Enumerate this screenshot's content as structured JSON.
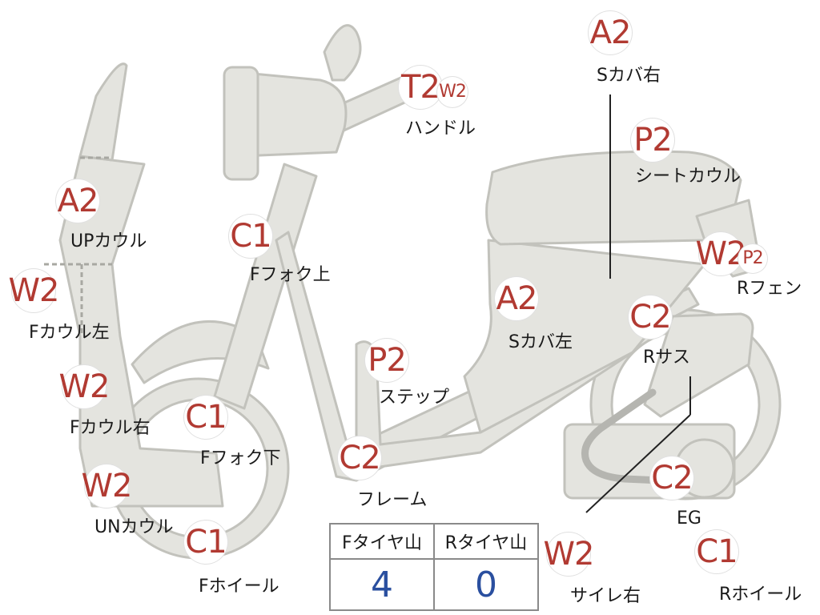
{
  "parts": [
    {
      "id": "p-handle",
      "grade": "T2",
      "sub_grade": "W2",
      "label": "ハンドル"
    },
    {
      "id": "p-scover-r",
      "grade": "A2",
      "sub_grade": "",
      "label": "Sカバ右"
    },
    {
      "id": "p-seat-cowl",
      "grade": "P2",
      "sub_grade": "",
      "label": "シートカウル"
    },
    {
      "id": "p-up-cowl",
      "grade": "A2",
      "sub_grade": "",
      "label": "UPカウル"
    },
    {
      "id": "p-ffork-up",
      "grade": "C1",
      "sub_grade": "",
      "label": "Fフォク上"
    },
    {
      "id": "p-r-fender",
      "grade": "W2",
      "sub_grade": "P2",
      "label": "Rフェン"
    },
    {
      "id": "p-fcowl-l",
      "grade": "W2",
      "sub_grade": "",
      "label": "Fカウル左"
    },
    {
      "id": "p-scover-l",
      "grade": "A2",
      "sub_grade": "",
      "label": "Sカバ左"
    },
    {
      "id": "p-r-sus",
      "grade": "C2",
      "sub_grade": "",
      "label": "Rサス"
    },
    {
      "id": "p-step",
      "grade": "P2",
      "sub_grade": "",
      "label": "ステップ"
    },
    {
      "id": "p-fcowl-r",
      "grade": "W2",
      "sub_grade": "",
      "label": "Fカウル右"
    },
    {
      "id": "p-ffork-low",
      "grade": "C1",
      "sub_grade": "",
      "label": "Fフォク下"
    },
    {
      "id": "p-frame",
      "grade": "C2",
      "sub_grade": "",
      "label": "フレーム"
    },
    {
      "id": "p-un-cowl",
      "grade": "W2",
      "sub_grade": "",
      "label": "UNカウル"
    },
    {
      "id": "p-eg",
      "grade": "C2",
      "sub_grade": "",
      "label": "EG"
    },
    {
      "id": "p-f-wheel",
      "grade": "C1",
      "sub_grade": "",
      "label": "Fホイール"
    },
    {
      "id": "p-muffler-r",
      "grade": "W2",
      "sub_grade": "",
      "label": "サイレ右"
    },
    {
      "id": "p-r-wheel",
      "grade": "C1",
      "sub_grade": "",
      "label": "Rホイール"
    }
  ],
  "tire_tread": {
    "front_header": "Fタイヤ山",
    "rear_header": "Rタイヤ山",
    "front_value": "4",
    "rear_value": "0"
  },
  "colors": {
    "grade_text": "#b13a32",
    "tread_value": "#2a4f9f",
    "part_fill": "#e4e4df",
    "part_stroke": "#c2c2bc"
  }
}
